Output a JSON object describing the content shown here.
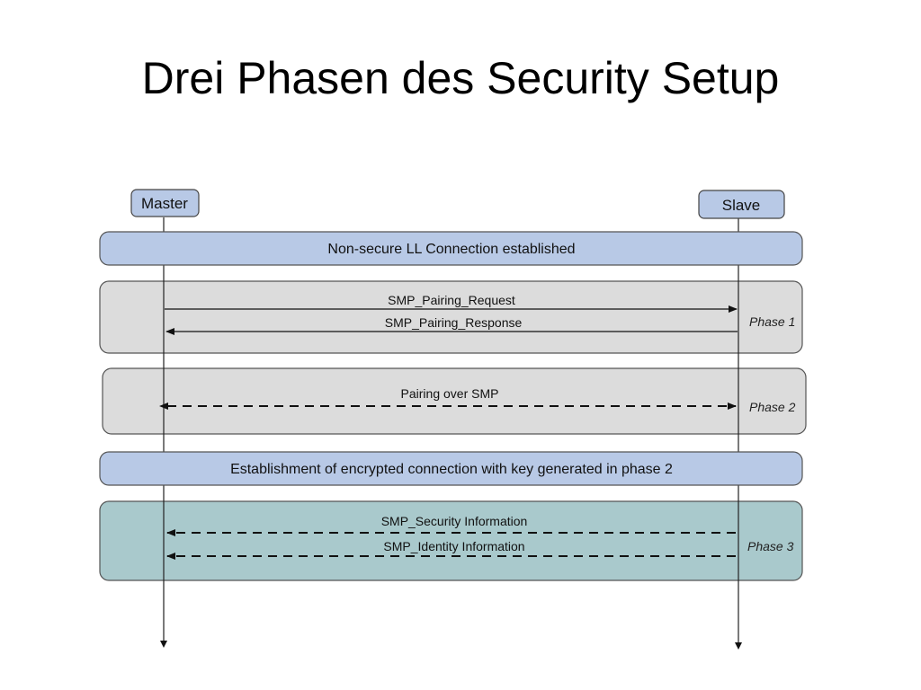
{
  "title": "Drei Phasen des Security Setup",
  "actors": {
    "master": "Master",
    "slave": "Slave"
  },
  "bands": {
    "non_secure": "Non-secure LL Connection established",
    "encrypted": "Establishment of encrypted connection with key generated in phase 2"
  },
  "phases": {
    "phase1": {
      "label": "Phase 1",
      "messages": [
        "SMP_Pairing_Request",
        "SMP_Pairing_Response"
      ]
    },
    "phase2": {
      "label": "Phase 2",
      "messages": [
        "Pairing over SMP"
      ]
    },
    "phase3": {
      "label": "Phase 3",
      "messages": [
        "SMP_Security Information",
        "SMP_Identity Information"
      ]
    }
  },
  "colors": {
    "blue_band": "#b8c9e6",
    "gray_box": "#dcdcdc",
    "teal_box": "#a9c9cc",
    "outline": "#555555"
  }
}
